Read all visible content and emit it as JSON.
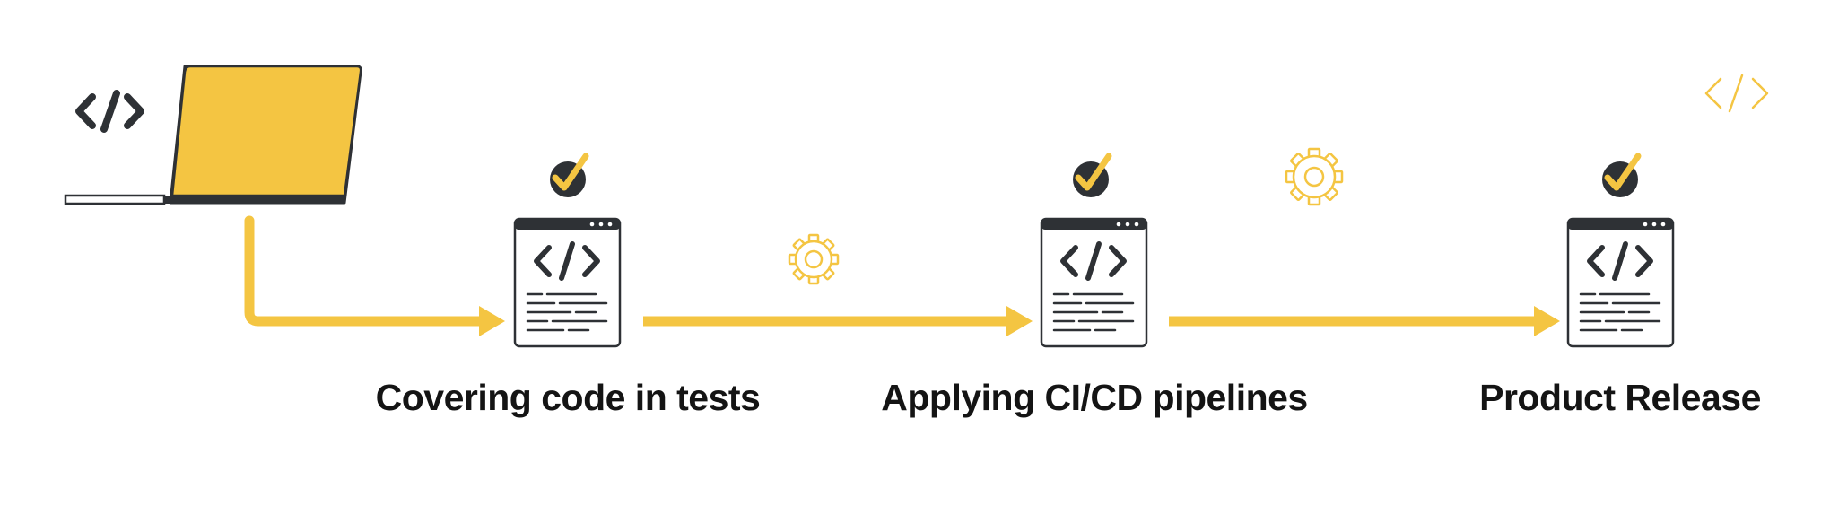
{
  "colors": {
    "accent": "#F4C542",
    "dark": "#2E3135",
    "text": "#141414",
    "background": "#FFFFFF"
  },
  "icons": {
    "start": "laptop-icon",
    "code": "code-tag-icon",
    "document": "code-document-window-icon",
    "check": "checkmark-badge-icon",
    "gear": "gear-icon"
  },
  "stages": [
    {
      "label": "Covering code in tests"
    },
    {
      "label": "Applying CI/CD pipelines"
    },
    {
      "label": "Product Release"
    }
  ]
}
